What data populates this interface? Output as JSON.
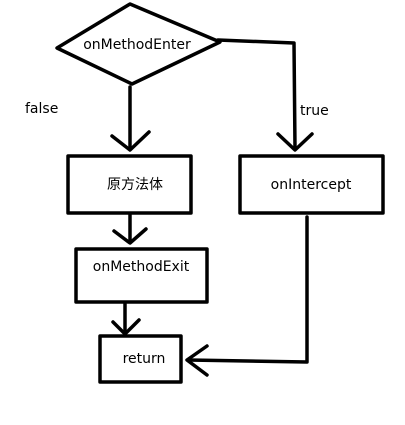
{
  "colors": {
    "stroke": "#000000",
    "background": "#ffffff"
  },
  "nodes": {
    "decision": "onMethodEnter",
    "original_body": "原方法体",
    "intercept": "onIntercept",
    "exit": "onMethodExit",
    "return": "return"
  },
  "edges": {
    "false_label": "false",
    "true_label": "true"
  }
}
